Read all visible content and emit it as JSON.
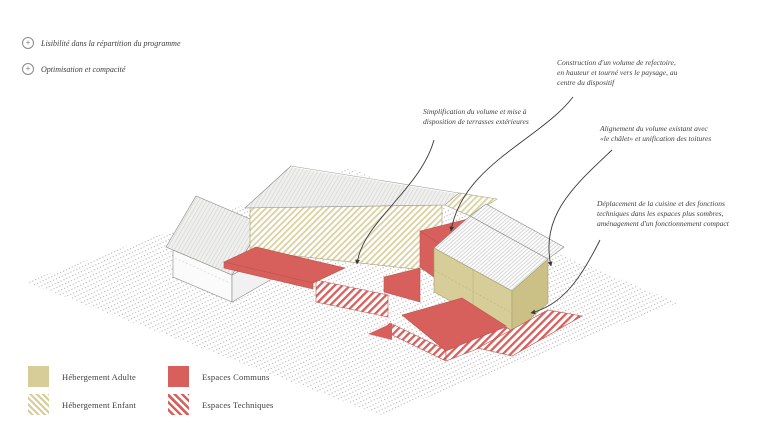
{
  "header": {
    "bullets": [
      {
        "icon": "circle-plus",
        "label": "Lisibilité dans la répartition du programme"
      },
      {
        "icon": "circle-plus",
        "label": "Optimisation et compacité"
      }
    ]
  },
  "annotations": [
    {
      "id": "simplification-terrasses",
      "lines": [
        "Simplification du volume et mise à",
        "disposition de terrasses extérieures"
      ]
    },
    {
      "id": "volume-refectoire",
      "lines": [
        "Construction d'un volume de refectoire,",
        "en hauteur et tourné vers le paysage, au",
        "centre du dispositif"
      ]
    },
    {
      "id": "alignement-chalet",
      "lines": [
        "Alignement du volume existant avec",
        "«le châlet» et unification des toitures"
      ]
    },
    {
      "id": "deplacement-cuisine",
      "lines": [
        "Déplacement de la cuisine et des fonctions",
        "techniques dans les espaces plus sombres,",
        "aménagement d'un fonctionnement compact"
      ]
    }
  ],
  "legend": {
    "items": [
      {
        "label": "Hébergement Adulte",
        "swatch": "solid-beige"
      },
      {
        "label": "Hébergement Enfant",
        "swatch": "hatch-beige"
      },
      {
        "label": "Espaces Communs",
        "swatch": "solid-red"
      },
      {
        "label": "Espaces Techniques",
        "swatch": "hatch-red"
      }
    ]
  },
  "diagram": {
    "elements": [
      "site-ground",
      "existing-house",
      "children-lodging-building",
      "refectory-volume",
      "chalet-building",
      "common-terraces",
      "technical-areas"
    ]
  },
  "colors": {
    "beige": "#d6cd98",
    "beige_shade": "#cbc187",
    "red": "#d8605c",
    "ink": "#3d3d3d"
  }
}
